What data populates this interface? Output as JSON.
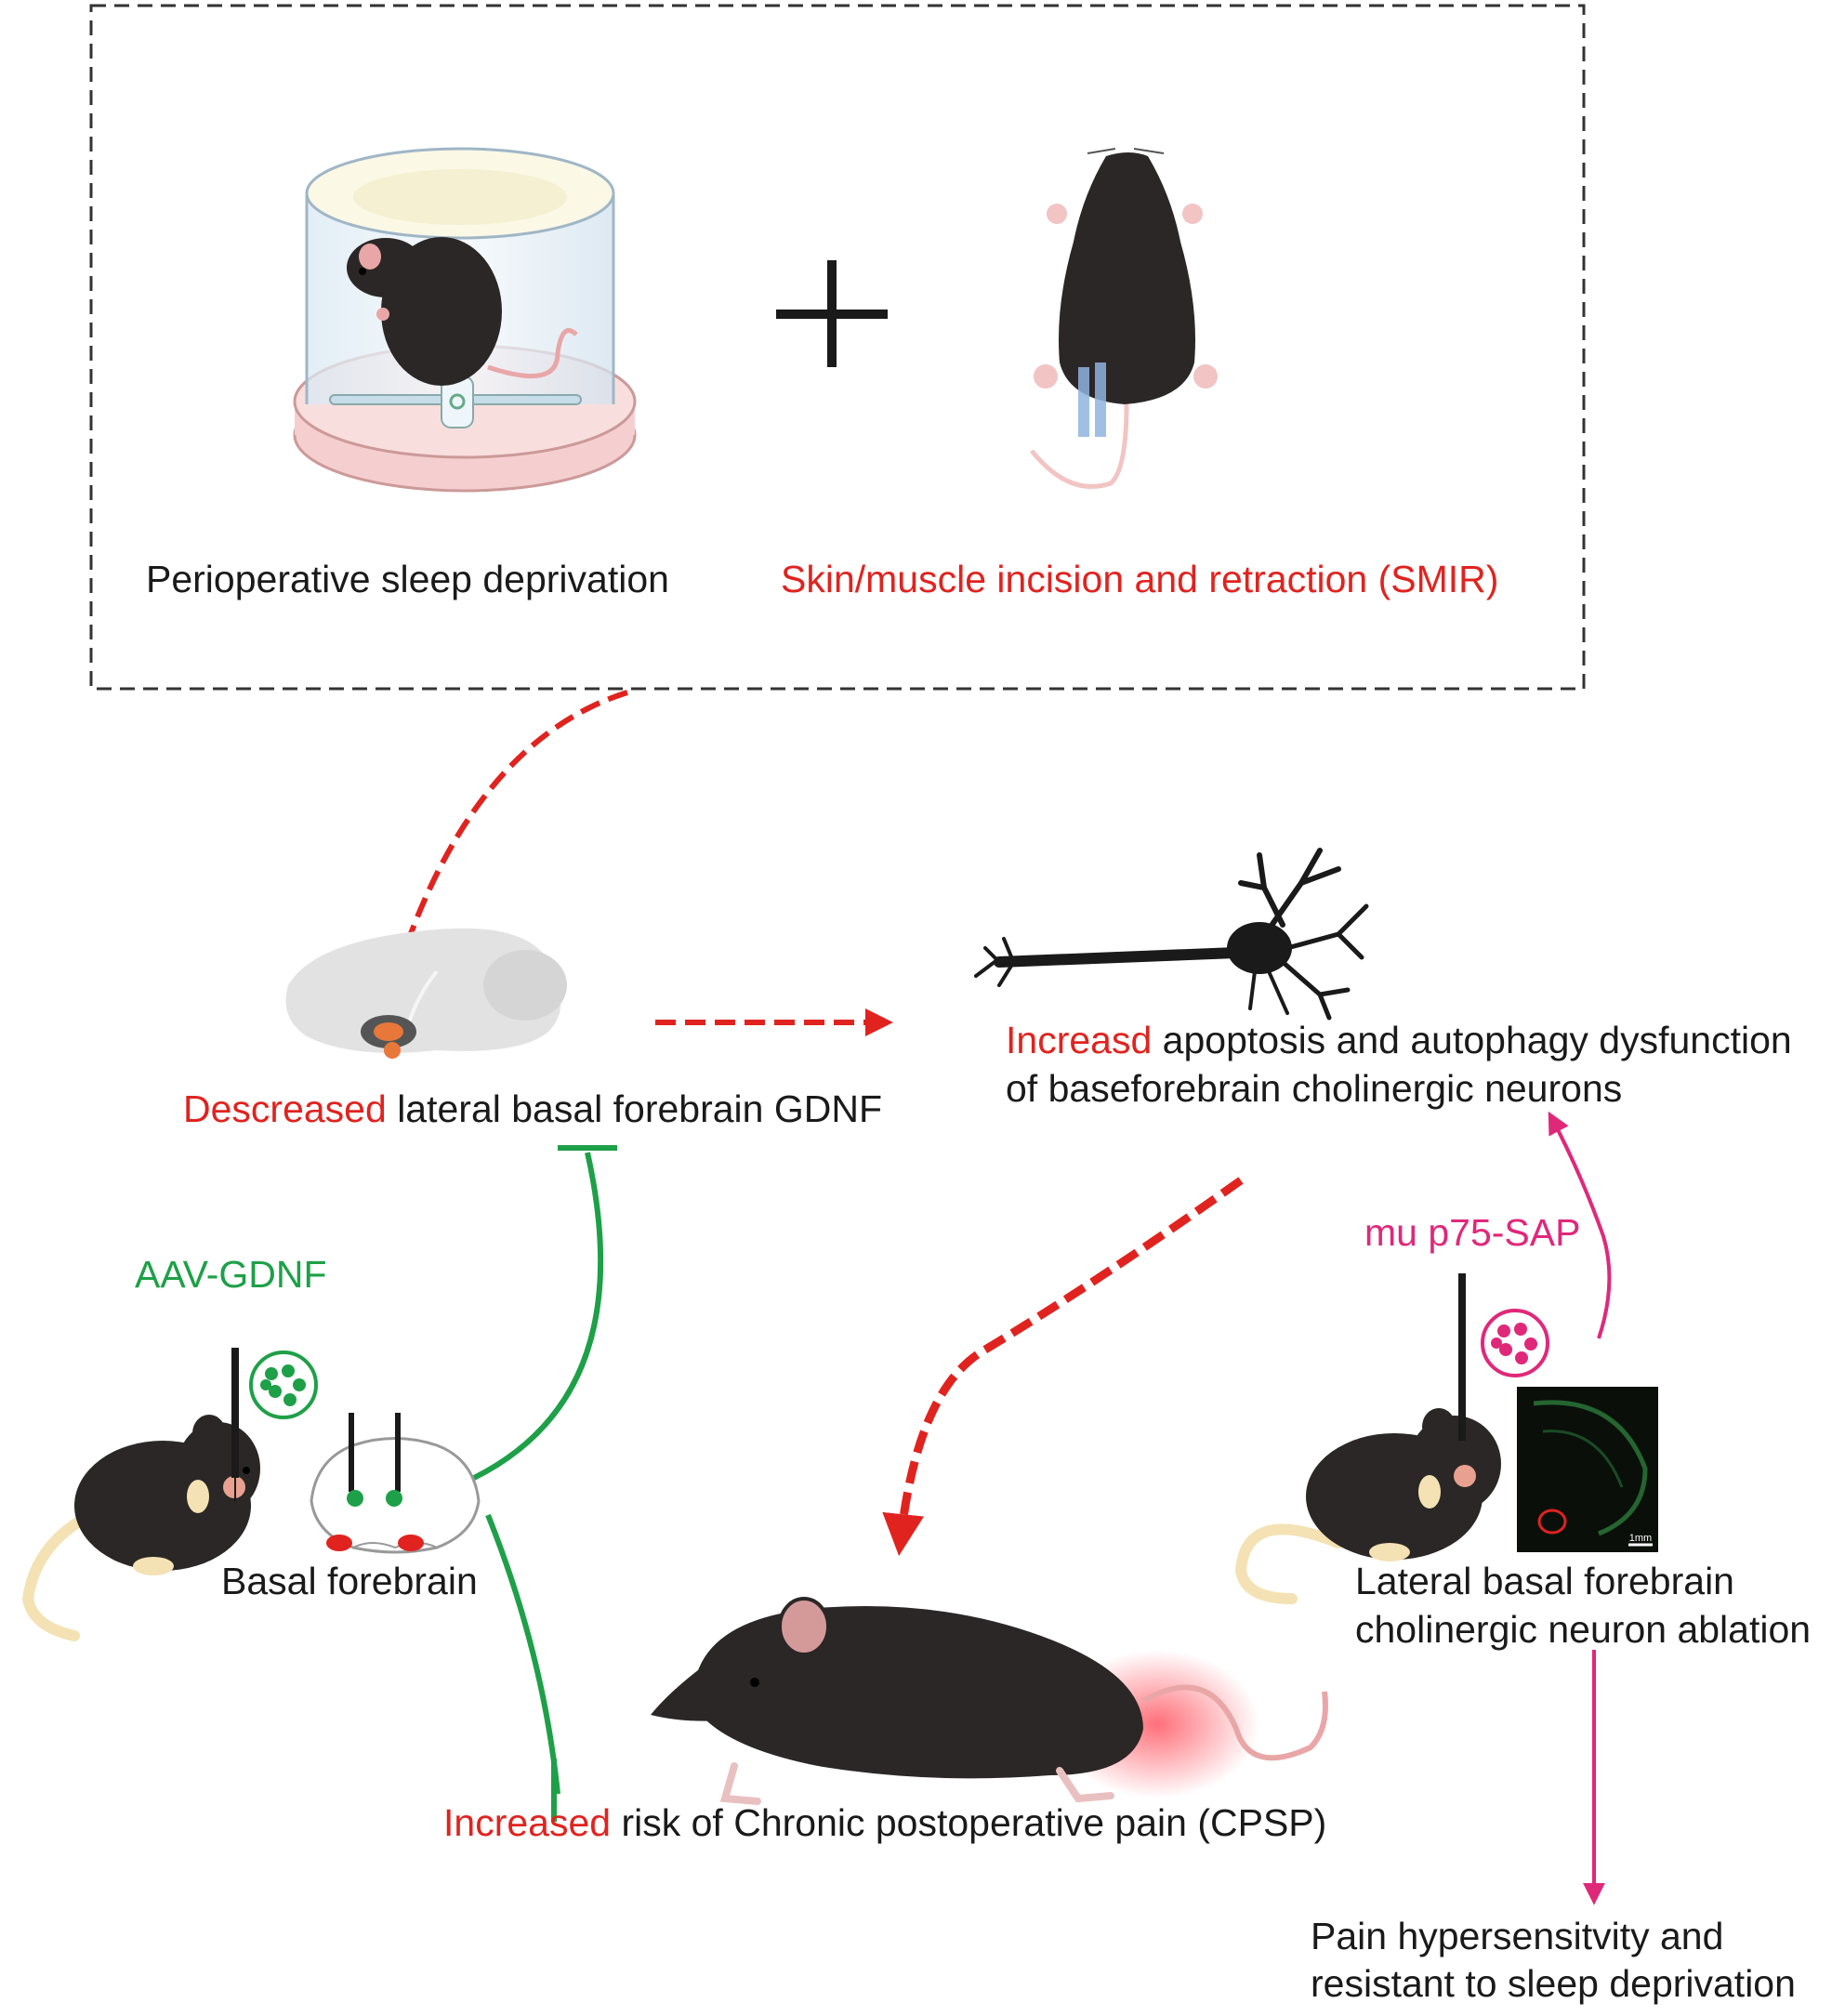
{
  "top_panel": {
    "left_caption": "Perioperative sleep deprivation",
    "right_caption": "Skin/muscle incision and retraction (SMIR)"
  },
  "gdnf": {
    "highlight": "Descreased",
    "rest": "lateral basal forebrain GDNF"
  },
  "neurons": {
    "highlight": "Increasd",
    "rest_line1": "apoptosis and autophagy dysfunction",
    "line2": "of baseforebrain cholinergic neurons"
  },
  "aav": {
    "label": "AAV-GDNF",
    "region_label": "Basal forebrain"
  },
  "ablation": {
    "toxin_label": "mu p75-SAP",
    "line1": "Lateral basal forebrain",
    "line2": "cholinergic neuron ablation",
    "scale_bar": "1mm"
  },
  "cpsp": {
    "highlight": "Increased",
    "rest": "risk of Chronic postoperative pain (CPSP)"
  },
  "outcome": {
    "line1": "Pain hypersensitvity and",
    "line2": "resistant to sleep deprivation"
  },
  "colors": {
    "red": "#e0231f",
    "green": "#1ea048",
    "pink": "#e0287a",
    "mouse_dark": "#2b2726"
  }
}
